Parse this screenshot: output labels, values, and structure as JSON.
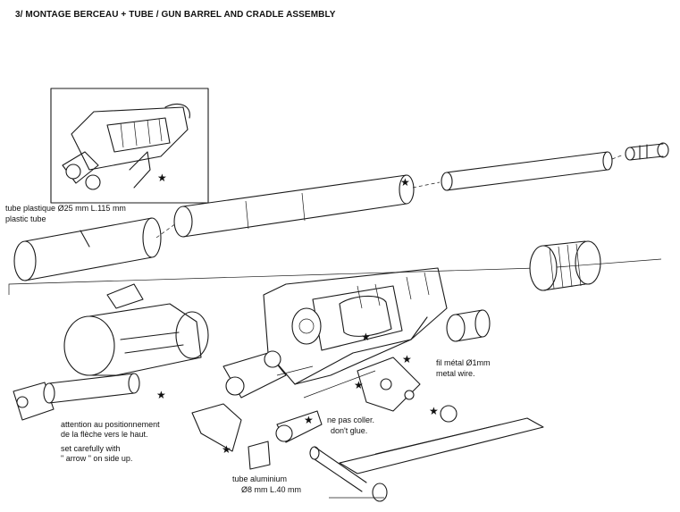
{
  "title": "3/ MONTAGE BERCEAU + TUBE / GUN BARREL AND CRADLE ASSEMBLY",
  "labels": {
    "tube_plastic_fr": "tube plastique",
    "tube_plastic_dim": "25 mm L.115 mm",
    "tube_plastic_en": "plastic tube",
    "wire_fr": "fil métal",
    "wire_dim": "1mm",
    "wire_en": "metal wire.",
    "no_glue_fr": "ne pas coller.",
    "no_glue_en": "don't glue.",
    "arrow_fr_1": "attention au positionnement",
    "arrow_fr_2": "de la flèche vers le haut.",
    "arrow_en_1": "set carefully with",
    "arrow_en_2": "\" arrow \" on side up.",
    "tube_alu_fr": "tube aluminium",
    "tube_alu_dim": "8 mm L.40 mm",
    "diameter_symbol": "Ø"
  },
  "icons": [
    "star-marker",
    "callout-arrow",
    "assembly-line"
  ]
}
